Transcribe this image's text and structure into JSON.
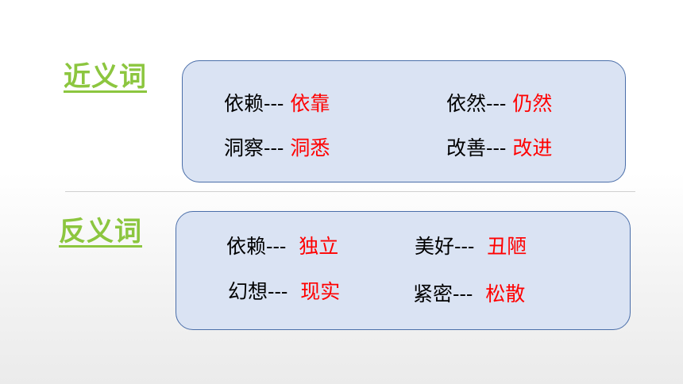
{
  "synonyms": {
    "heading": "近义词",
    "pairs": [
      {
        "word": "依赖",
        "dash": "---",
        "answer": "依靠"
      },
      {
        "word": "依然",
        "dash": "---",
        "answer": "仍然"
      },
      {
        "word": "洞察",
        "dash": "---",
        "answer": "洞悉"
      },
      {
        "word": "改善",
        "dash": "---",
        "answer": "改进"
      }
    ]
  },
  "antonyms": {
    "heading": "反义词",
    "pairs": [
      {
        "word": "依赖",
        "dash": "---",
        "answer": "独立"
      },
      {
        "word": "美好",
        "dash": "---",
        "answer": "丑陋"
      },
      {
        "word": "幻想",
        "dash": "---",
        "answer": "现实"
      },
      {
        "word": "紧密",
        "dash": "---",
        "answer": "松散"
      }
    ]
  },
  "colors": {
    "heading": "#8cc63f",
    "box_fill": "#dae3f3",
    "box_border": "#4a6ea9",
    "answer": "#ff0000"
  }
}
